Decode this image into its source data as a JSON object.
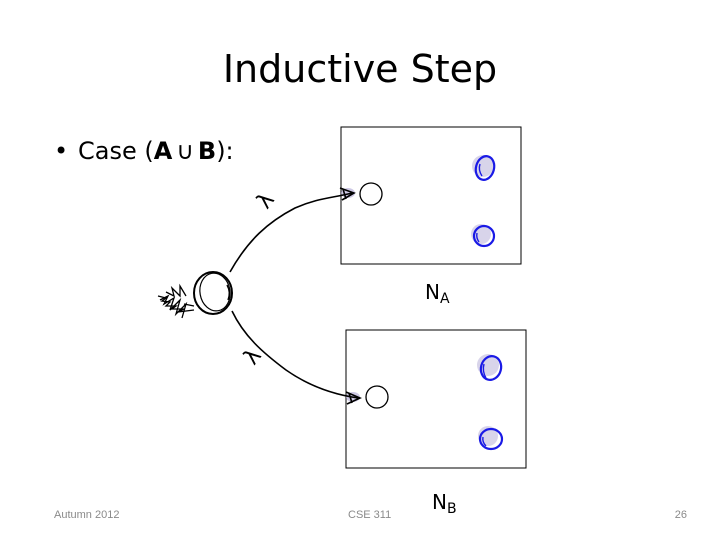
{
  "slide": {
    "title": "Inductive Step",
    "bullet": {
      "prefix": "Case (",
      "operand_a": "A",
      "operator": "∪",
      "operand_b": "B",
      "suffix": "):"
    }
  },
  "diagram": {
    "machine_a_label": "N",
    "machine_a_sub": "A",
    "machine_b_label": "N",
    "machine_b_sub": "B",
    "edge_a_label": "λ",
    "edge_b_label": "λ",
    "colors": {
      "ink": "#000000",
      "accept_blue": "#1a1ae6",
      "highlight": "#b8b0d8"
    }
  },
  "footer": {
    "left": "Autumn 2012",
    "center": "CSE 311",
    "right": "26"
  }
}
